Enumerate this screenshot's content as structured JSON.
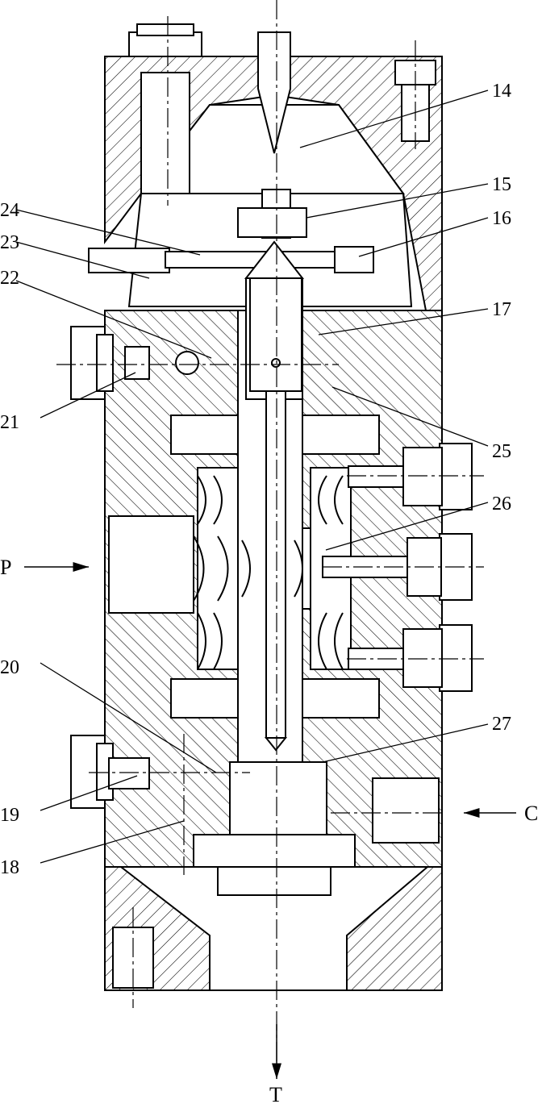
{
  "labels": {
    "n14": "14",
    "n15": "15",
    "n16": "16",
    "n17": "17",
    "n18": "18",
    "n19": "19",
    "n20": "20",
    "n21": "21",
    "n22": "22",
    "n23": "23",
    "n24": "24",
    "n25": "25",
    "n26": "26",
    "n27": "27"
  },
  "ports": {
    "p": "P",
    "t": "T",
    "c": "C"
  }
}
